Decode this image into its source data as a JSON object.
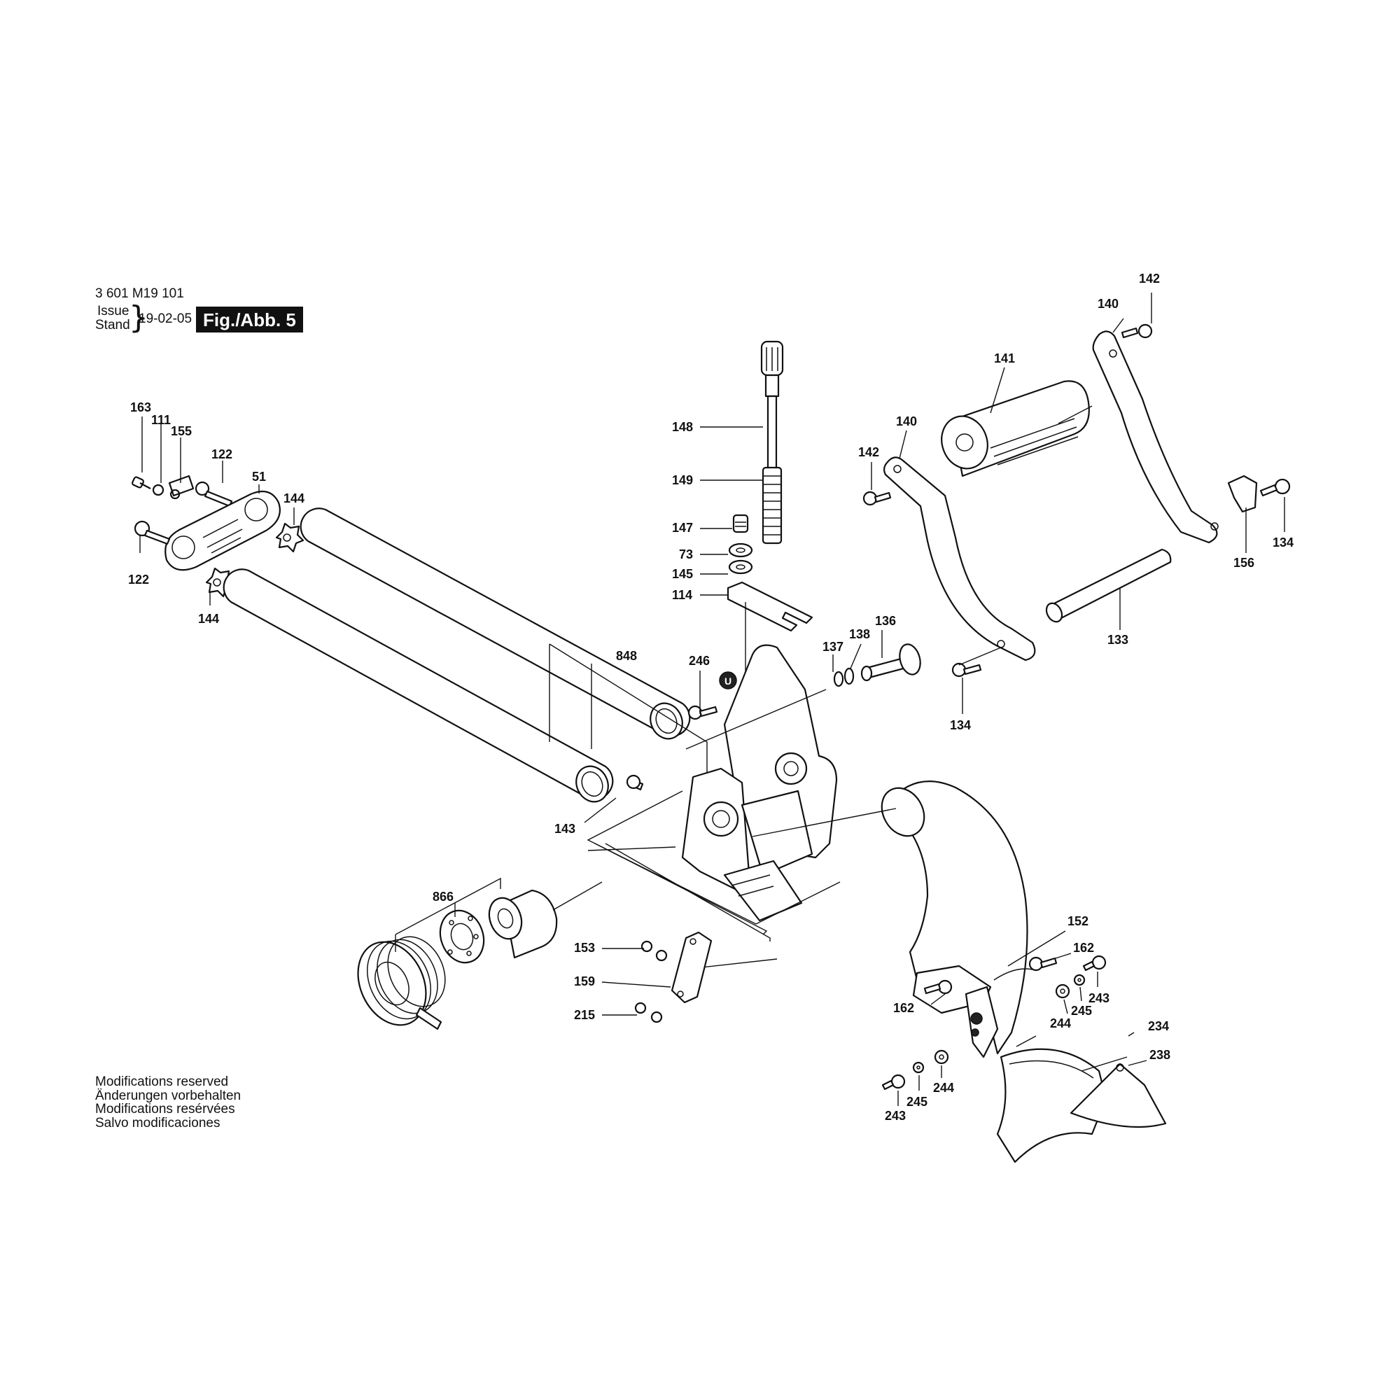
{
  "header": {
    "doc_number": "3 601 M19 101",
    "issue_label": "Issue",
    "stand_label": "Stand",
    "date": "19-02-05",
    "figure_label": "Fig./Abb. 5"
  },
  "notes": [
    "Modifications reserved",
    "Änderungen vorbehalten",
    "Modifications resérvées",
    "Salvo modificaciones"
  ],
  "diagram_marker": "U",
  "part_labels": {
    "l163": "163",
    "l111": "111",
    "l155": "155",
    "l122a": "122",
    "l51": "51",
    "l122b": "122",
    "l144a": "144",
    "l144b": "144",
    "l848": "848",
    "l143": "143",
    "l866": "866",
    "l148": "148",
    "l149": "149",
    "l147": "147",
    "l73": "73",
    "l145": "145",
    "l114": "114",
    "l246": "246",
    "l137": "137",
    "l138": "138",
    "l136": "136",
    "l142a": "142",
    "l140a": "140",
    "l141": "141",
    "l142b": "142",
    "l140b": "140",
    "l134a": "134",
    "l156": "156",
    "l133": "133",
    "l134b": "134",
    "l153": "153",
    "l159": "159",
    "l215": "215",
    "l152": "152",
    "l162a": "162",
    "l243a": "243",
    "l162b": "162",
    "l244a": "244",
    "l245a": "245",
    "l234": "234",
    "l238": "238",
    "l244b": "244",
    "l245b": "245",
    "l243b": "243"
  }
}
